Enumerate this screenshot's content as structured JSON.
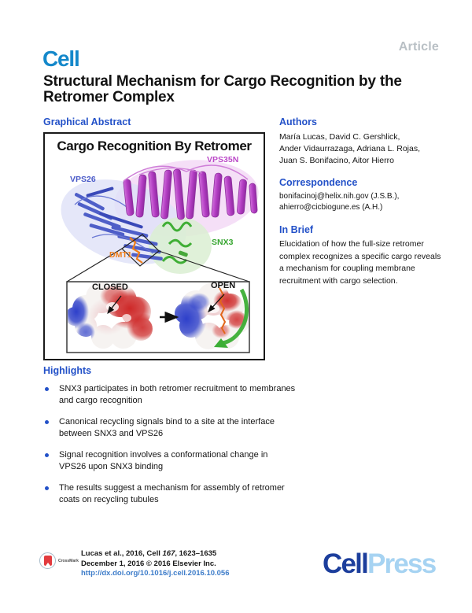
{
  "page": {
    "article_label": "Article"
  },
  "masthead": {
    "journal_logo": "Cell"
  },
  "title": {
    "text": "Structural Mechanism for Cargo Recognition by the Retromer Complex"
  },
  "graphical_abstract": {
    "heading": "Graphical Abstract",
    "figure_title": "Cargo Recognition By Retromer",
    "protein_labels": {
      "vps35n": "VPS35N",
      "vps26": "VPS26",
      "snx3": "SNX3",
      "dmt1": "DMT1"
    },
    "state_labels": {
      "closed": "CLOSED",
      "open": "OPEN"
    },
    "colors": {
      "vps35n": "#bb49c8",
      "vps26": "#4a5ac8",
      "snx3": "#38a631",
      "dmt1": "#ee7d18",
      "surface_red": "#cc1d1d",
      "surface_blue": "#2336c8"
    }
  },
  "authors": {
    "heading": "Authors",
    "lines": [
      "María Lucas, David C. Gershlick,",
      "Ander Vidaurrazaga, Adriana L. Rojas,",
      "Juan S. Bonifacino, Aitor Hierro"
    ]
  },
  "correspondence": {
    "heading": "Correspondence",
    "lines": [
      "bonifacinoj@helix.nih.gov (J.S.B.),",
      "ahierro@cicbiogune.es (A.H.)"
    ]
  },
  "in_brief": {
    "heading": "In Brief",
    "text": "Elucidation of how the full-size retromer complex recognizes a specific cargo reveals a mechanism for coupling membrane recruitment with cargo selection."
  },
  "highlights": {
    "heading": "Highlights",
    "items": [
      "SNX3 participates in both retromer recruitment to membranes and cargo recognition",
      "Canonical recycling signals bind to a site at the interface between SNX3 and VPS26",
      "Signal recognition involves a conformational change in VPS26 upon SNX3 binding",
      "The results suggest a mechanism for assembly of retromer coats on recycling tubules"
    ]
  },
  "footer": {
    "crossmark_label": "CrossMark",
    "citation": {
      "line1_prefix": "Lucas et al., 2016, Cell ",
      "volume_italic": "167",
      "line1_suffix": ", 1623–1635",
      "line2": "December 1, 2016 © 2016 Elsevier Inc.",
      "doi_link": "http://dx.doi.org/10.1016/j.cell.2016.10.056"
    },
    "publisher_logo": {
      "part1": "Cell",
      "part2": "Press"
    }
  },
  "theme": {
    "heading_blue": "#2351c8",
    "link_blue": "#3d7cc9",
    "cell_logo_blue": "#1488ca",
    "cellpress_dark": "#1c3e9c",
    "cellpress_light": "#a6d3f2",
    "article_gray": "#b9c0c5",
    "crossmark_red": "#e23b3e"
  }
}
